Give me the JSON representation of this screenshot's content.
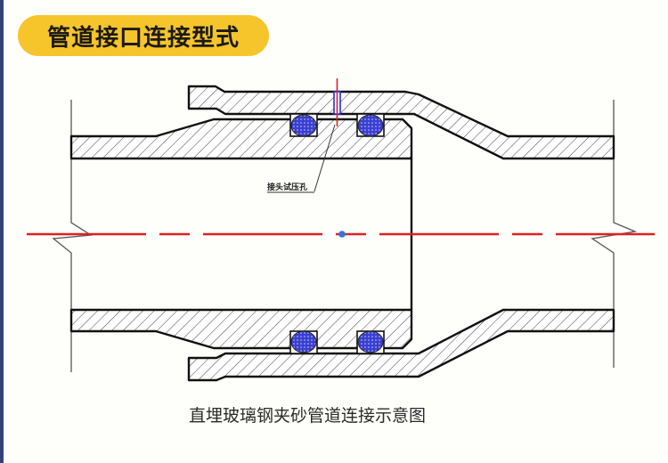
{
  "header": {
    "title": "管道接口连接型式"
  },
  "diagram": {
    "caption": "直埋玻璃钢夹砂管道连接示意图",
    "labels": {
      "test_hole": "接头试压孔"
    },
    "components": [
      "socket-sleeve (outer bell)",
      "spigot pipe (left)",
      "pipe (right)",
      "rubber sealing rings x4",
      "test pressure hole",
      "centerline",
      "break lines"
    ],
    "colors": {
      "title_badge": "#f6c42b",
      "left_strip": "#34427a",
      "centerline": "#e02020",
      "seal_ring": "#3a3fd0",
      "center_dot": "#2a7ae0",
      "outline": "#111111"
    }
  }
}
